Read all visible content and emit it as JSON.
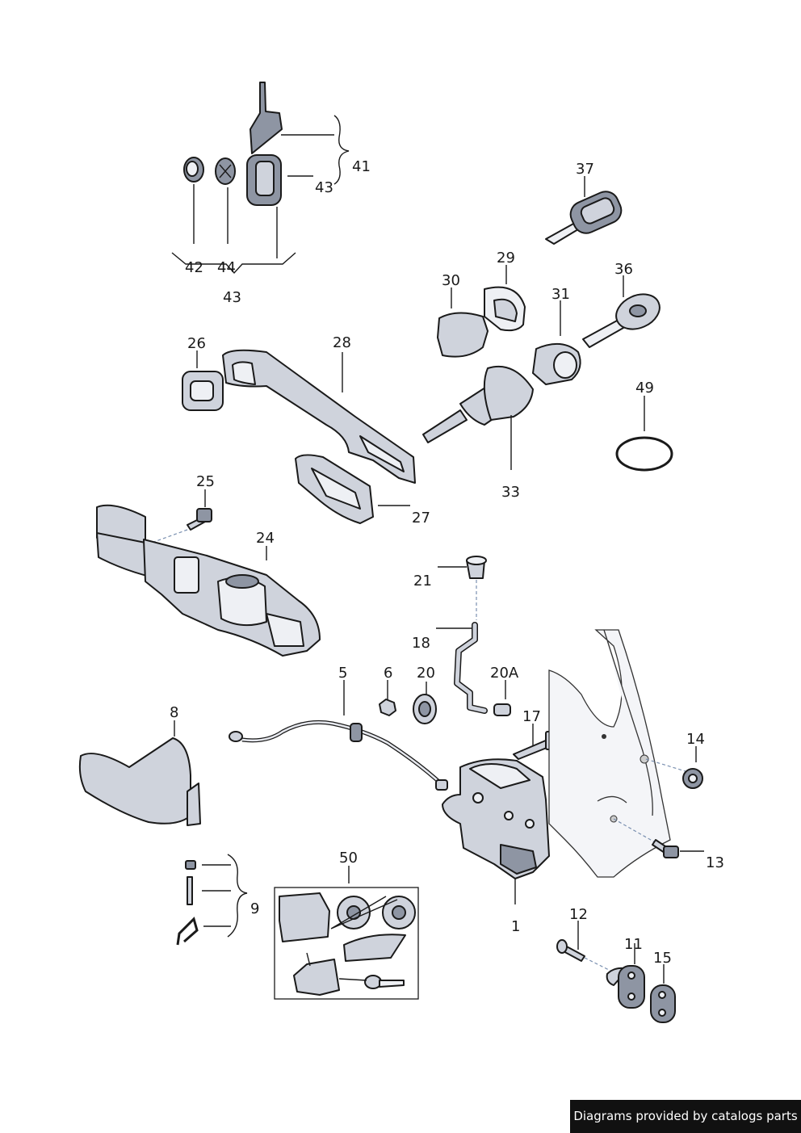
{
  "labels": {
    "p1": "1",
    "p5": "5",
    "p6": "6",
    "p8": "8",
    "p9": "9",
    "p11": "11",
    "p12": "12",
    "p13": "13",
    "p14": "14",
    "p15": "15",
    "p17": "17",
    "p18": "18",
    "p20": "20",
    "p20a": "20A",
    "p21": "21",
    "p24": "24",
    "p25": "25",
    "p26": "26",
    "p27": "27",
    "p28": "28",
    "p29": "29",
    "p30": "30",
    "p31": "31",
    "p33": "33",
    "p36": "36",
    "p37": "37",
    "p41": "41",
    "p42": "42",
    "p43a": "43",
    "p43b": "43",
    "p44": "44",
    "p49": "49",
    "p50": "50"
  },
  "footer": {
    "text": "Diagrams provided by catalogs parts"
  }
}
